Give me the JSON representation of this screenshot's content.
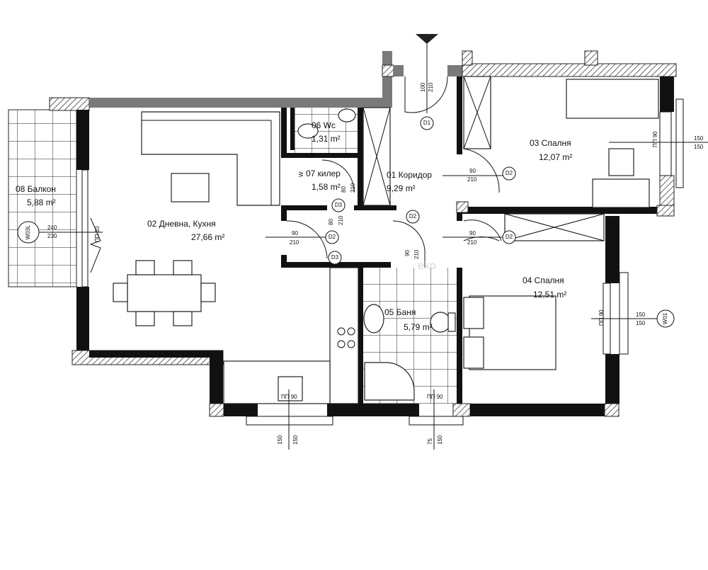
{
  "plan": {
    "rooms": [
      {
        "name": "01 Коридор",
        "area": "9,29 m²"
      },
      {
        "name": "02 Дневна, Кухня",
        "area": "27,66 m²"
      },
      {
        "name": "03 Спалня",
        "area": "12,07 m²"
      },
      {
        "name": "04 Спалня",
        "area": "12,51 m²"
      },
      {
        "name": "05 Баня",
        "area": "5,79 m²"
      },
      {
        "name": "06 Wc",
        "area": "1,31 m²"
      },
      {
        "name": "07 килер",
        "area": "1,58 m²"
      },
      {
        "name": "08 Балкон",
        "area": "5,88 m²"
      }
    ],
    "door_tags": {
      "d1": "D1",
      "d2": "D2",
      "d3": "D3"
    },
    "window_tags": {
      "w01": "W01",
      "w03l": "W03L"
    },
    "dims": {
      "d100": "100",
      "d210": "210",
      "d90": "90",
      "d80": "80",
      "d150": "150",
      "d75": "75",
      "d240": "240",
      "d230": "230",
      "pp90": "ПП 90",
      "pp10": "ПП 10",
      "w": "W"
    },
    "watermark": "eko"
  }
}
